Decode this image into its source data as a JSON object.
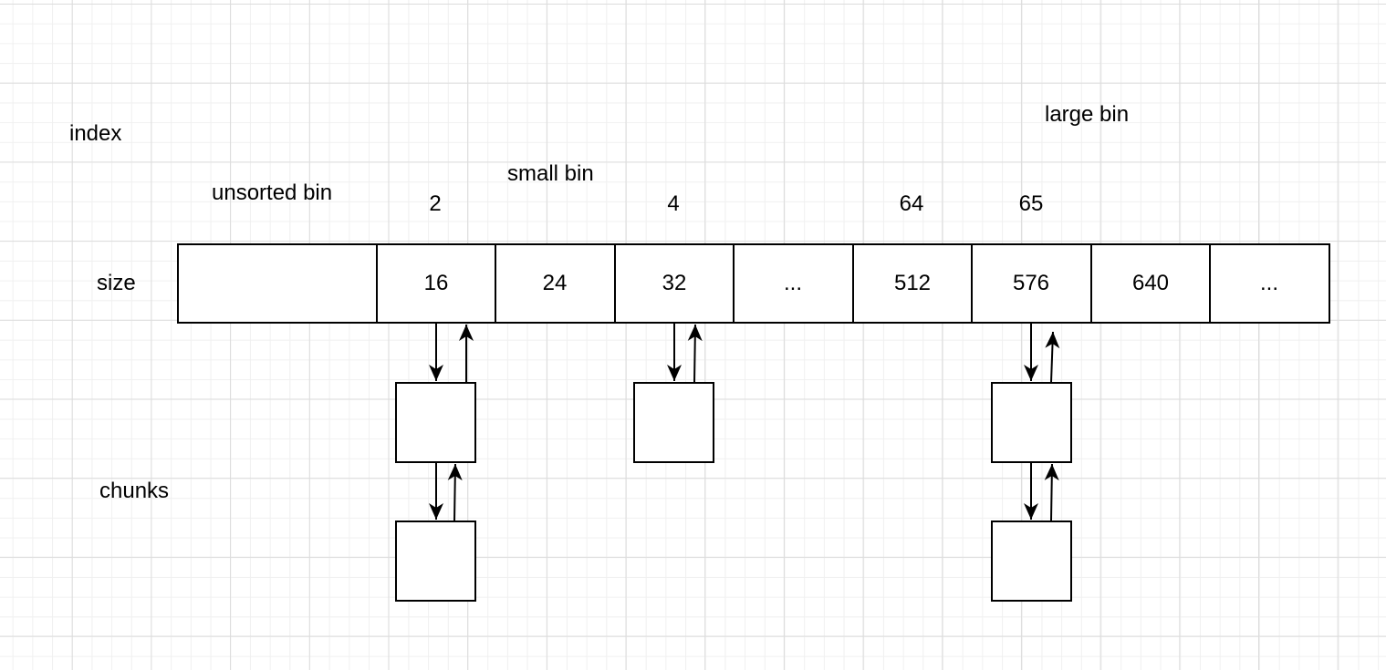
{
  "labels": {
    "index": "index",
    "size": "size",
    "chunks": "chunks",
    "unsorted_bin": "unsorted bin",
    "small_bin": "small bin",
    "large_bin": "large bin"
  },
  "index_numbers": [
    "2",
    "4",
    "64",
    "65"
  ],
  "bin_sizes": [
    "16",
    "24",
    "32",
    "...",
    "512",
    "576",
    "640",
    "..."
  ],
  "colors": {
    "stroke": "#000000",
    "fill": "#ffffff",
    "grid": "#dcdcdc"
  }
}
